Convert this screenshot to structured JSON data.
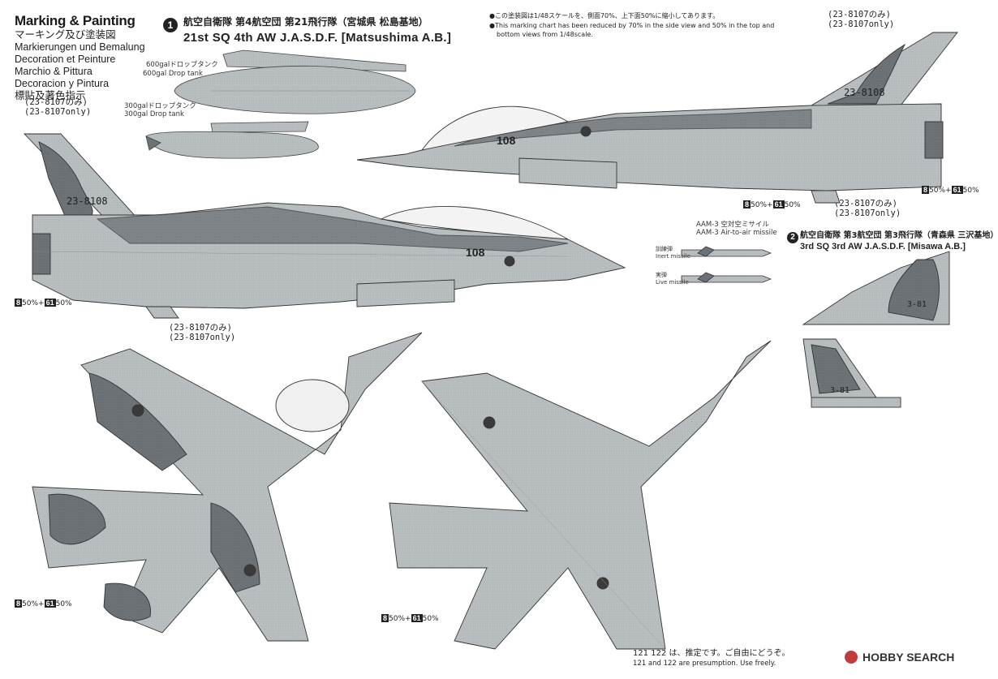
{
  "header": {
    "title": "Marking & Painting",
    "languages": [
      "マーキング及び塗装図",
      "Markierungen und Bemalung",
      "Decoration et Peinture",
      "Marchio & Pittura",
      "Decoracion y Pintura",
      "標貼及著色指示"
    ]
  },
  "scheme1": {
    "badge": "1",
    "title_jp": "航空自衛隊 第4航空団 第21飛行隊（宮城県 松島基地）",
    "title_en": "21st SQ 4th AW J.A.S.D.F. [Matsushima A.B.]"
  },
  "scheme2": {
    "badge": "2",
    "title_jp": "航空自衛隊 第3航空団 第3飛行隊（青森県 三沢基地）",
    "title_en": "3rd SQ 3rd AW J.A.S.D.F. [Misawa A.B.]"
  },
  "scale_note": {
    "jp": "●この塗装図は1/48スケールを、側面70%、上下面50%に縮小してあります。",
    "en1": "●This marking chart has been reduced by 70% in the side view and 50% in the top and",
    "en2": "bottom views from 1/48scale."
  },
  "tanks": {
    "tank600_jp": "600galドロップタンク",
    "tank600_en": "600gal Drop tank",
    "tank300_jp": "300galドロップタンク",
    "tank300_en": "300gal Drop tank"
  },
  "serials": {
    "only_jp": "(23-8107のみ)",
    "only_en": "(23-8107only)",
    "tail_main": "23-8108",
    "nose_number": "108",
    "misawa_tail": "3-81"
  },
  "missile": {
    "title_jp": "AAM-3 空対空ミサイル",
    "title_en": "AAM-3 Air-to-air missile",
    "inert_jp": "訓練弾",
    "inert_en": "Inert missile",
    "live_jp": "実弾",
    "live_en": "Live missile"
  },
  "decal_mix": {
    "left": "50%",
    "plus": "+",
    "right": "50%"
  },
  "footer": {
    "presumption_jp": "121 122 は、推定です。ご自由にどうぞ。",
    "presumption_en": "121 and 122 are presumption. Use freely."
  },
  "watermark": "HOBBY SEARCH",
  "colors": {
    "light_gray": "#b9bec1",
    "dark_gray": "#6d7377",
    "ink": "#222222"
  }
}
